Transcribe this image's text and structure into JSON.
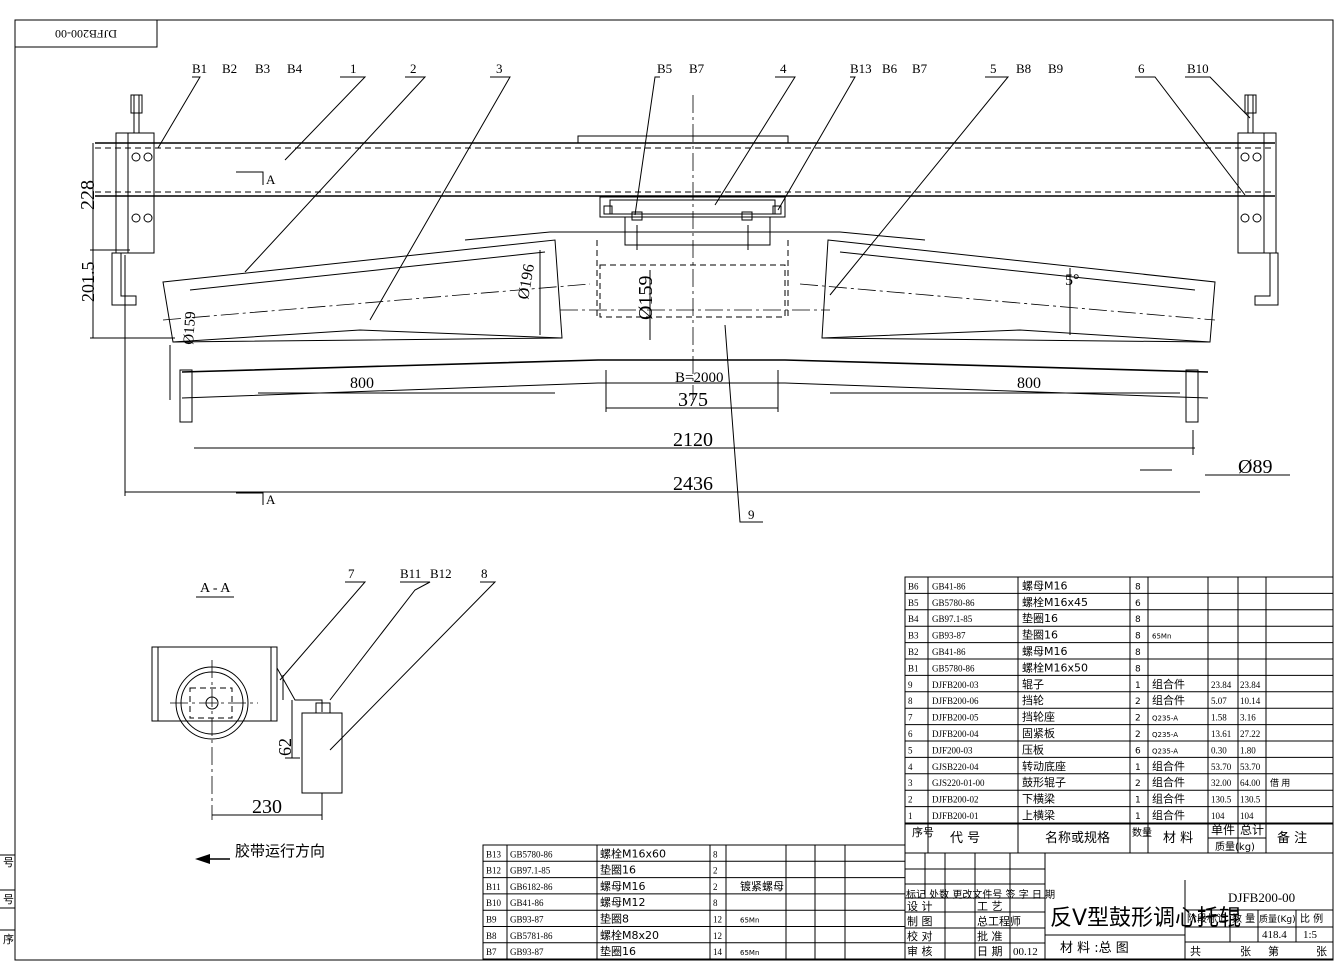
{
  "drawing_code_rotated": "DJFB200-00",
  "callouts": {
    "b1": "B1",
    "b2": "B2",
    "b3": "B3",
    "b4": "B4",
    "c1": "1",
    "c2": "2",
    "c3": "3",
    "b5": "B5",
    "b7a": "B7",
    "c4": "4",
    "b13": "B13",
    "b6": "B6",
    "b7b": "B7",
    "c5": "5",
    "b8": "B8",
    "b9": "B9",
    "c6": "6",
    "b10": "B10",
    "c9": "9",
    "c7": "7",
    "b11": "B11",
    "b12": "B12",
    "c8": "8"
  },
  "dimensions": {
    "d228": "228",
    "d2015": "201.5",
    "d196": "Ø196",
    "d159a": "Ø159",
    "d159b": "Ø159",
    "d5deg": "5°",
    "d800a": "800",
    "d800b": "800",
    "dB": "B=2000",
    "d375": "375",
    "d2120": "2120",
    "d2436": "2436",
    "d89": "Ø89",
    "d62": "62",
    "d230": "230"
  },
  "section": {
    "markA1": "A",
    "markA2": "A",
    "title": "A - A"
  },
  "belt_direction": "胶带运行方向",
  "left_edge_chars": [
    "号",
    "号",
    "序"
  ],
  "parts_right": [
    [
      "B6",
      "GB41-86",
      "螺母M16",
      "8",
      "",
      "",
      "",
      ""
    ],
    [
      "B5",
      "GB5780-86",
      "螺栓M16x45",
      "6",
      "",
      "",
      "",
      ""
    ],
    [
      "B4",
      "GB97.1-85",
      "垫圈16",
      "8",
      "",
      "",
      "",
      ""
    ],
    [
      "B3",
      "GB93-87",
      "垫圈16",
      "8",
      "65Mn",
      "",
      "",
      ""
    ],
    [
      "B2",
      "GB41-86",
      "螺母M16",
      "8",
      "",
      "",
      "",
      ""
    ],
    [
      "B1",
      "GB5780-86",
      "螺栓M16x50",
      "8",
      "",
      "",
      "",
      ""
    ],
    [
      "9",
      "DJFB200-03",
      "辊子",
      "1",
      "组合件",
      "23.84",
      "23.84",
      ""
    ],
    [
      "8",
      "DJFB200-06",
      "挡轮",
      "2",
      "组合件",
      "5.07",
      "10.14",
      ""
    ],
    [
      "7",
      "DJFB200-05",
      "挡轮座",
      "2",
      "Q235-A",
      "1.58",
      "3.16",
      ""
    ],
    [
      "6",
      "DJFB200-04",
      "固紧板",
      "2",
      "Q235-A",
      "13.61",
      "27.22",
      ""
    ],
    [
      "5",
      "DJF200-03",
      "压板",
      "6",
      "Q235-A",
      "0.30",
      "1.80",
      ""
    ],
    [
      "4",
      "GJSB220-04",
      "转动底座",
      "1",
      "组合件",
      "53.70",
      "53.70",
      ""
    ],
    [
      "3",
      "GJS220-01-00",
      "鼓形辊子",
      "2",
      "组合件",
      "32.00",
      "64.00",
      "借 用"
    ],
    [
      "2",
      "DJFB200-02",
      "下横梁",
      "1",
      "组合件",
      "130.5",
      "130.5",
      ""
    ],
    [
      "1",
      "DJFB200-01",
      "上横梁",
      "1",
      "组合件",
      "104",
      "104",
      ""
    ]
  ],
  "parts_header": {
    "seq": "序号",
    "code": "代 号",
    "name": "名称或规格",
    "qty": "数量",
    "material": "材 料",
    "unit": "单件",
    "total": "总计",
    "mass": "质量(kg)",
    "remark": "备 注"
  },
  "parts_left": [
    [
      "B13",
      "GB5780-86",
      "螺栓M16x60",
      "8",
      ""
    ],
    [
      "B12",
      "GB97.1-85",
      "垫圈16",
      "2",
      ""
    ],
    [
      "B11",
      "GB6182-86",
      "螺母M16",
      "2",
      "镀紧螺母"
    ],
    [
      "B10",
      "GB41-86",
      "螺母M12",
      "8",
      ""
    ],
    [
      "B9",
      "GB93-87",
      "垫圈8",
      "12",
      "65Mn"
    ],
    [
      "B8",
      "GB5781-86",
      "螺栓M8x20",
      "12",
      ""
    ],
    [
      "B7",
      "GB93-87",
      "垫圈16",
      "14",
      "65Mn"
    ]
  ],
  "title_block": {
    "title": "反V型鼓形调心托辊",
    "code": "DJFB200-00",
    "material_label": "材 料 :总 图",
    "mark_row": "标记 处数 更改文件号 签 字 日 期",
    "design": "设 计",
    "draw": "制 图",
    "check": "校 对",
    "review": "审 核",
    "craft": "工 艺",
    "chief": "总工程师",
    "approve": "批 准",
    "date": "日 期",
    "date_value": "00.12",
    "stage_hdr": "阶段标记",
    "qty_hdr": "数 量",
    "mass_hdr": "质量(Kg)",
    "scale_hdr": "比 例",
    "mass_val": "418.4",
    "scale_val": "1:5",
    "total_sheets": "共",
    "sheet": "张",
    "sheet_no": "第",
    "sheet2": "张"
  }
}
